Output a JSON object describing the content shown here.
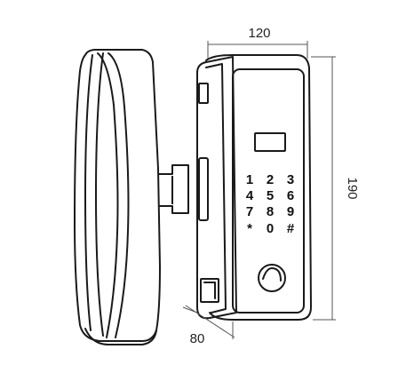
{
  "dimensions": {
    "width": "120",
    "height": "190",
    "depth": "80"
  },
  "keypad": {
    "rows": [
      [
        "1",
        "2",
        "3"
      ],
      [
        "4",
        "5",
        "6"
      ],
      [
        "7",
        "8",
        "9"
      ],
      [
        "*",
        "0",
        "#"
      ]
    ]
  },
  "colors": {
    "stroke": "#1a1a1a",
    "dimension": "#555555",
    "background": "#ffffff"
  }
}
